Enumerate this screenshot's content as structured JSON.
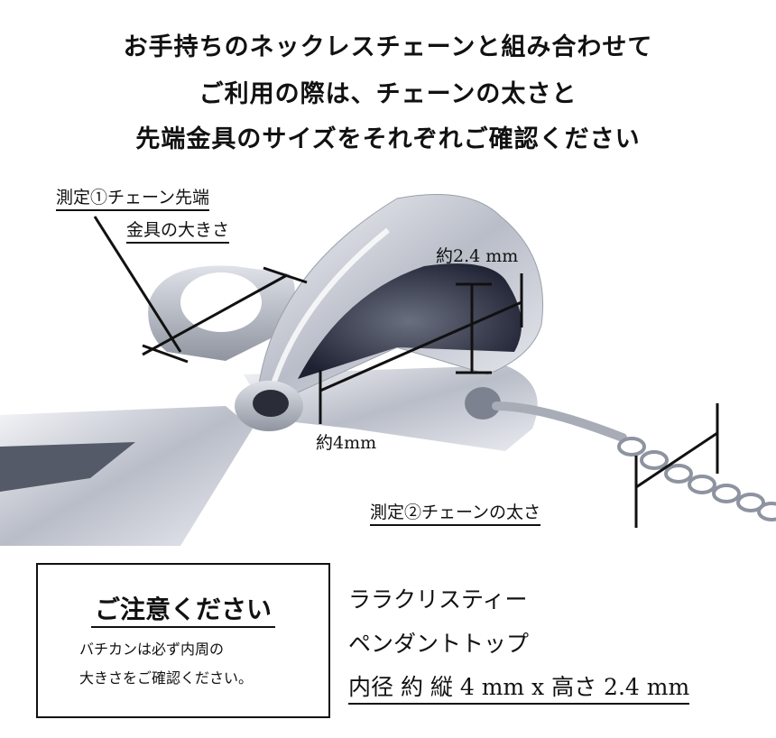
{
  "header": {
    "lines": [
      "お手持ちのネックレスチェーンと組み合わせて",
      "ご利用の際は、チェーンの太さと",
      "先端金具のサイズをそれぞれご確認ください"
    ]
  },
  "diagram": {
    "measure1_line1": "測定①チェーン先端",
    "measure1_line2": "金具の大きさ",
    "height_label": "約2.4 mm",
    "width_label": "約4mm",
    "measure2": "測定②チェーンの太さ"
  },
  "notice": {
    "title": "ご注意ください",
    "line1": "バチカンは必ず内周の",
    "line2": "大きさをご確認ください。"
  },
  "product": {
    "name": "ララクリスティー",
    "type": "ペンダントトップ",
    "size": "内径 約 縦 4 mm x 高さ 2.4 mm"
  },
  "colors": {
    "text": "#111111",
    "metal": "#c9ccd4"
  }
}
